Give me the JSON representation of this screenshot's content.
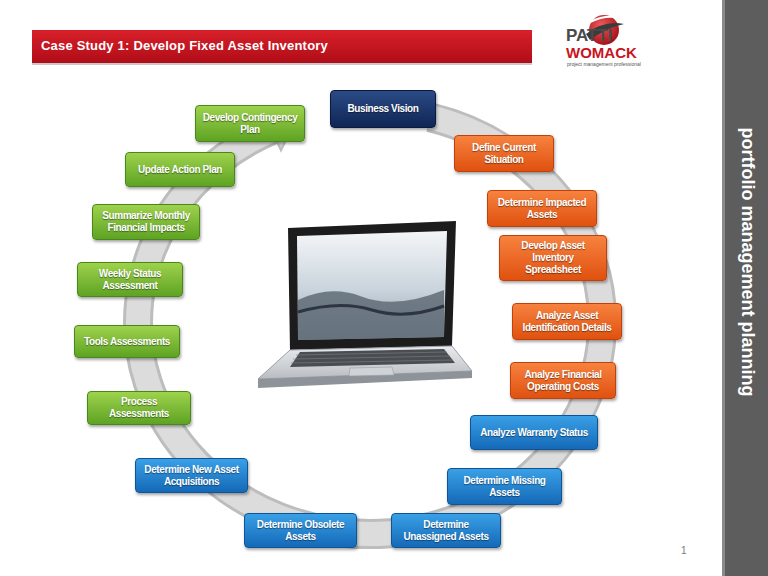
{
  "diagram": {
    "title": "Case Study 1: Develop Fixed Asset Inventory",
    "nodes": [
      {
        "text": [
          "Business Vision"
        ]
      },
      {
        "text": [
          "Define Current Situation"
        ]
      },
      {
        "text": [
          "Determine Impacted Assets"
        ]
      },
      {
        "text": [
          "Develop Asset Inventory Spreadsheet"
        ]
      },
      {
        "text": [
          "Analyze Asset Identification Details"
        ]
      },
      {
        "text": [
          "Analyze Financial Operating Costs"
        ]
      },
      {
        "text": [
          "Analyze Warranty Status"
        ]
      },
      {
        "text": [
          "Determine Missing Assets"
        ]
      },
      {
        "text": [
          "Determine Unassigned Assets"
        ]
      },
      {
        "text": [
          "Determine Obsolete Assets"
        ]
      },
      {
        "text": [
          "Determine New Asset Acquisitions"
        ]
      },
      {
        "text": [
          "Process Assessments"
        ]
      },
      {
        "text": [
          "Tools Assessments"
        ]
      },
      {
        "text": [
          "Weekly Status Assessment"
        ]
      },
      {
        "text": [
          "Summarize Monthly Financial Impacts"
        ]
      },
      {
        "text": [
          "Update Action Plan"
        ]
      },
      {
        "text": [
          "Develop Contingency Plan"
        ]
      }
    ],
    "labels": [
      "PATTI",
      "WOMACK",
      "project management professional",
      "portfolio management planning",
      "1"
    ]
  }
}
